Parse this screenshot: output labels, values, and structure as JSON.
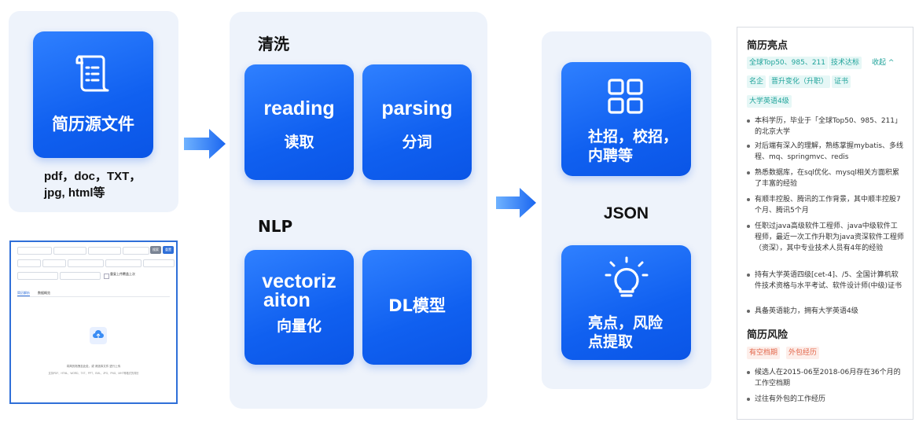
{
  "source": {
    "title": "简历源文件",
    "formats_line1": "pdf，doc，TXT，",
    "formats_line2": "jpg, html等"
  },
  "mini_screenshot": {
    "tab_active": "简历解析",
    "tab_other": "数据概览",
    "checkbox_label": "重复上传覆盖上次",
    "btn_search": "搜索",
    "btn_reset": "重置",
    "upload_hint": "将简历拖拽至此处，或 请选择文件 进行上传",
    "upload_formats": "支持PDF、HTML、WORD、TXT、PPT、EML、JPG、PNG、MHT等格式的简历"
  },
  "cleaning": {
    "section_title": "清洗",
    "reading_en": "reading",
    "reading_cn": "读取",
    "parsing_en": "parsing",
    "parsing_cn": "分词"
  },
  "nlp": {
    "section_title": "NLP",
    "vector_en_1": "vectoriz",
    "vector_en_2": "aiton",
    "vector_cn": "向量化",
    "dl": "DL模型"
  },
  "output": {
    "box1_line1": "社招，校招，",
    "box1_line2": "内聘等",
    "json_label": "JSON",
    "box2_line1": "亮点，风险",
    "box2_line2": "点提取",
    "box1_icon": "grid-icon",
    "box2_icon": "lightbulb-icon"
  },
  "result_card": {
    "highlights_title": "简历亮点",
    "tags_row1": [
      "全球Top50、985、211",
      "技术达标"
    ],
    "collapse_label": "收起 ^",
    "tags_row2": [
      "名企",
      "晋升变化（升职）",
      "证书"
    ],
    "tags_row3": [
      "大学英语4级"
    ],
    "highlights": [
      "本科学历，毕业于「全球Top50、985、211」的北京大学",
      "对后端有深入的理解，熟练掌握mybatis、多线程、mq、springmvc、redis",
      "熟悉数据库，在sql优化、mysql相关方面积累了丰富的经验",
      "有顺丰控股、腾讯的工作背景，其中顺丰控股7个月、腾讯5个月",
      "任职过java高级软件工程师、java中级软件工程师，最近一次工作升职为java资深软件工程师（资深），其中专业技术人员有4年的经验",
      "持有大学英语四级[cet-4]、/5、全国计算机软件技术资格与水平考试、软件设计师(中级)证书",
      "具备英语能力，拥有大学英语4级"
    ],
    "risks_title": "简历风险",
    "risk_tags": [
      "有空档期",
      "外包经历"
    ],
    "risks": [
      "候选人在2015-06至2018-06月存在36个月的工作空档期",
      "过往有外包的工作经历"
    ]
  }
}
